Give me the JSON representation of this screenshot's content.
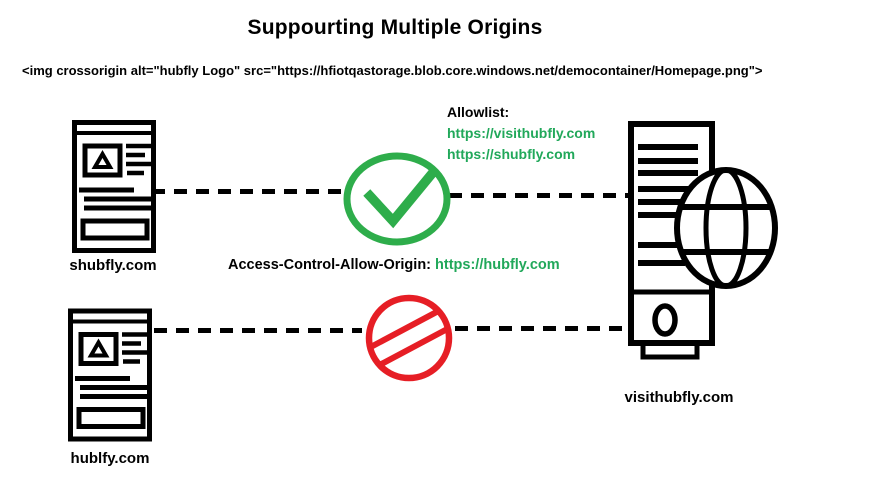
{
  "title": "Suppourting Multiple Origins",
  "code_snippet": "<img crossorigin alt=\"hubfly Logo\" src=\"https://hfiotqastorage.blob.core.windows.net/democontainer/Homepage.png\">",
  "allowlist": {
    "label": "Allowlist:",
    "entries": [
      "https://visithubfly.com",
      "https://shubfly.com"
    ]
  },
  "cors_header": {
    "label": "Access-Control-Allow-Origin:",
    "value": "https://hubfly.com"
  },
  "origins": {
    "allowed": {
      "label": "shubfly.com",
      "result": "allowed"
    },
    "blocked": {
      "label": "hublfy.com",
      "result": "blocked"
    }
  },
  "server": {
    "label": "visithubfly.com"
  },
  "icons": {
    "allowed": "checkmark-circle-icon",
    "blocked": "prohibition-icon",
    "origin": "webpage-icon",
    "server": "server-globe-icon"
  },
  "colors": {
    "ink": "#000000",
    "background": "#FFFFFF",
    "allowed_green": "#2EAD4B",
    "link_green": "#21A85A",
    "blocked_red": "#E61E25"
  }
}
